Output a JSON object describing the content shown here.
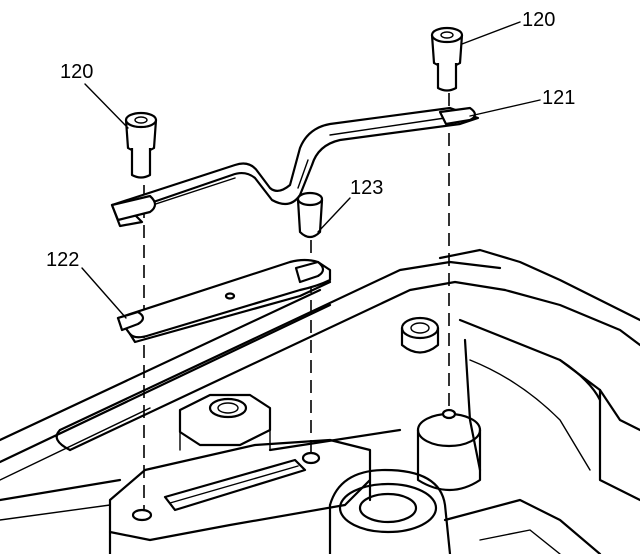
{
  "callouts": {
    "bolt_right": "120",
    "bolt_left": "120",
    "bracket": "121",
    "plate": "122",
    "pin": "123"
  }
}
